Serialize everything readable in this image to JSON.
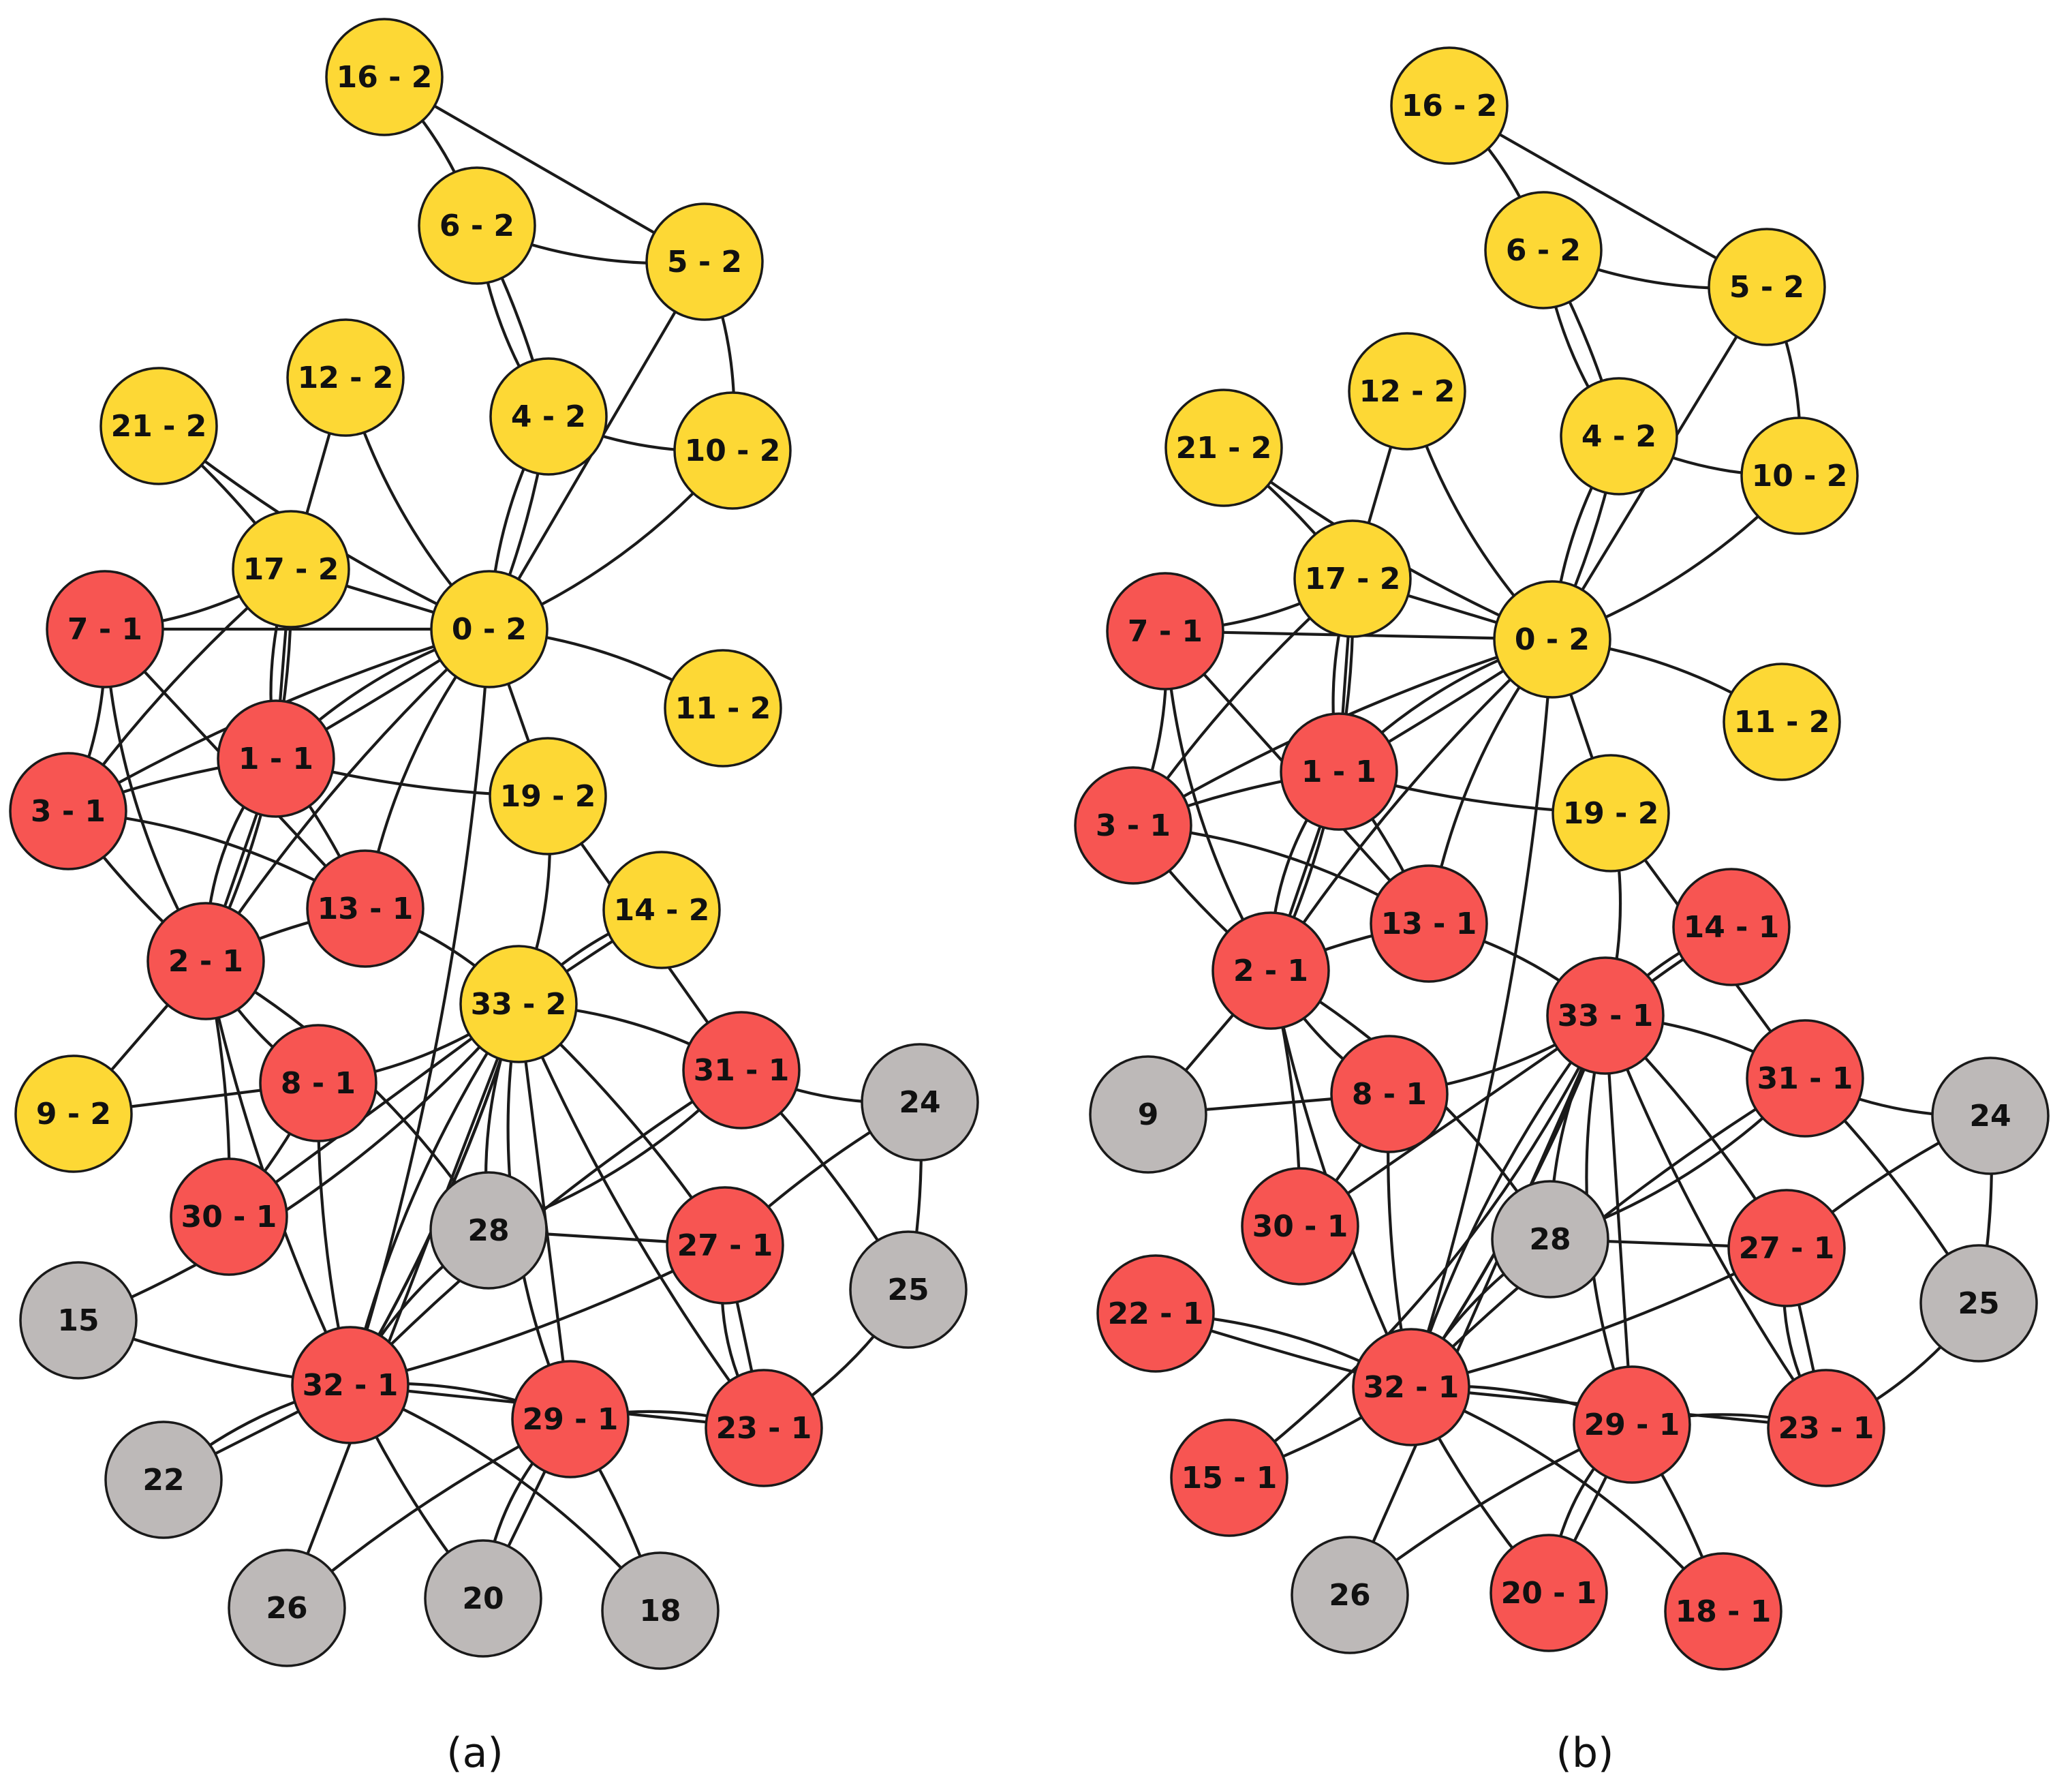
{
  "colors": {
    "yellow": "#fdd835",
    "red": "#f75552",
    "gray": "#bdb9b8"
  },
  "panels": [
    {
      "caption": "(a)",
      "nodes": [
        {
          "id": "16",
          "label": "16 - 2",
          "group": "yellow"
        },
        {
          "id": "6",
          "label": "6 - 2",
          "group": "yellow"
        },
        {
          "id": "5",
          "label": "5 - 2",
          "group": "yellow"
        },
        {
          "id": "12",
          "label": "12 - 2",
          "group": "yellow"
        },
        {
          "id": "4",
          "label": "4 - 2",
          "group": "yellow"
        },
        {
          "id": "10",
          "label": "10 - 2",
          "group": "yellow"
        },
        {
          "id": "21",
          "label": "21 - 2",
          "group": "yellow"
        },
        {
          "id": "17",
          "label": "17 - 2",
          "group": "yellow"
        },
        {
          "id": "0",
          "label": "0 - 2",
          "group": "yellow"
        },
        {
          "id": "7",
          "label": "7 - 1",
          "group": "red"
        },
        {
          "id": "11",
          "label": "11 - 2",
          "group": "yellow"
        },
        {
          "id": "1",
          "label": "1 - 1",
          "group": "red"
        },
        {
          "id": "3",
          "label": "3 - 1",
          "group": "red"
        },
        {
          "id": "19",
          "label": "19 - 2",
          "group": "yellow"
        },
        {
          "id": "14",
          "label": "14 - 2",
          "group": "yellow"
        },
        {
          "id": "13",
          "label": "13 - 1",
          "group": "red"
        },
        {
          "id": "2",
          "label": "2 - 1",
          "group": "red"
        },
        {
          "id": "33",
          "label": "33 - 2",
          "group": "yellow"
        },
        {
          "id": "31",
          "label": "31 - 1",
          "group": "red"
        },
        {
          "id": "24",
          "label": "24",
          "group": "gray"
        },
        {
          "id": "8",
          "label": "8 - 1",
          "group": "red"
        },
        {
          "id": "9",
          "label": "9 - 2",
          "group": "yellow"
        },
        {
          "id": "30",
          "label": "30 - 1",
          "group": "red"
        },
        {
          "id": "28",
          "label": "28",
          "group": "gray"
        },
        {
          "id": "27",
          "label": "27 - 1",
          "group": "red"
        },
        {
          "id": "25",
          "label": "25",
          "group": "gray"
        },
        {
          "id": "15",
          "label": "15",
          "group": "gray"
        },
        {
          "id": "32",
          "label": "32 - 1",
          "group": "red"
        },
        {
          "id": "29",
          "label": "29 - 1",
          "group": "red"
        },
        {
          "id": "23",
          "label": "23 - 1",
          "group": "red"
        },
        {
          "id": "22",
          "label": "22",
          "group": "gray"
        },
        {
          "id": "26",
          "label": "26",
          "group": "gray"
        },
        {
          "id": "20",
          "label": "20",
          "group": "gray"
        },
        {
          "id": "18",
          "label": "18",
          "group": "gray"
        }
      ]
    },
    {
      "caption": "(b)",
      "nodes": [
        {
          "id": "16",
          "label": "16 - 2",
          "group": "yellow"
        },
        {
          "id": "6",
          "label": "6 - 2",
          "group": "yellow"
        },
        {
          "id": "5",
          "label": "5 - 2",
          "group": "yellow"
        },
        {
          "id": "12",
          "label": "12 - 2",
          "group": "yellow"
        },
        {
          "id": "4",
          "label": "4 - 2",
          "group": "yellow"
        },
        {
          "id": "10",
          "label": "10 - 2",
          "group": "yellow"
        },
        {
          "id": "21",
          "label": "21 - 2",
          "group": "yellow"
        },
        {
          "id": "17",
          "label": "17 - 2",
          "group": "yellow"
        },
        {
          "id": "0",
          "label": "0 - 2",
          "group": "yellow"
        },
        {
          "id": "7",
          "label": "7 - 1",
          "group": "red"
        },
        {
          "id": "11",
          "label": "11 - 2",
          "group": "yellow"
        },
        {
          "id": "1",
          "label": "1 - 1",
          "group": "red"
        },
        {
          "id": "3",
          "label": "3 - 1",
          "group": "red"
        },
        {
          "id": "19",
          "label": "19 - 2",
          "group": "yellow"
        },
        {
          "id": "14",
          "label": "14 - 1",
          "group": "red"
        },
        {
          "id": "13",
          "label": "13 - 1",
          "group": "red"
        },
        {
          "id": "2",
          "label": "2 - 1",
          "group": "red"
        },
        {
          "id": "33",
          "label": "33 - 1",
          "group": "red"
        },
        {
          "id": "31",
          "label": "31 - 1",
          "group": "red"
        },
        {
          "id": "24",
          "label": "24",
          "group": "gray"
        },
        {
          "id": "8",
          "label": "8 - 1",
          "group": "red"
        },
        {
          "id": "9",
          "label": "9",
          "group": "gray"
        },
        {
          "id": "30",
          "label": "30 - 1",
          "group": "red"
        },
        {
          "id": "28",
          "label": "28",
          "group": "gray"
        },
        {
          "id": "27",
          "label": "27 - 1",
          "group": "red"
        },
        {
          "id": "25",
          "label": "25",
          "group": "gray"
        },
        {
          "id": "22",
          "label": "22 - 1",
          "group": "red"
        },
        {
          "id": "32",
          "label": "32 - 1",
          "group": "red"
        },
        {
          "id": "29",
          "label": "29 - 1",
          "group": "red"
        },
        {
          "id": "23",
          "label": "23 - 1",
          "group": "red"
        },
        {
          "id": "15",
          "label": "15 - 1",
          "group": "red"
        },
        {
          "id": "26",
          "label": "26",
          "group": "gray"
        },
        {
          "id": "20",
          "label": "20 - 1",
          "group": "red"
        },
        {
          "id": "18",
          "label": "18 - 1",
          "group": "red"
        }
      ]
    }
  ],
  "edges": [
    [
      "16",
      "6"
    ],
    [
      "16",
      "5"
    ],
    [
      "6",
      "5"
    ],
    [
      "6",
      "4"
    ],
    [
      "6",
      "4"
    ],
    [
      "5",
      "10"
    ],
    [
      "5",
      "0"
    ],
    [
      "4",
      "10"
    ],
    [
      "4",
      "0"
    ],
    [
      "4",
      "0"
    ],
    [
      "10",
      "0"
    ],
    [
      "12",
      "17"
    ],
    [
      "12",
      "0"
    ],
    [
      "21",
      "17"
    ],
    [
      "21",
      "0"
    ],
    [
      "17",
      "7"
    ],
    [
      "17",
      "0"
    ],
    [
      "17",
      "1"
    ],
    [
      "17",
      "1"
    ],
    [
      "17",
      "3"
    ],
    [
      "17",
      "2"
    ],
    [
      "0",
      "7"
    ],
    [
      "0",
      "1"
    ],
    [
      "0",
      "1"
    ],
    [
      "0",
      "3"
    ],
    [
      "0",
      "11"
    ],
    [
      "0",
      "19"
    ],
    [
      "0",
      "13"
    ],
    [
      "0",
      "32"
    ],
    [
      "0",
      "2"
    ],
    [
      "7",
      "3"
    ],
    [
      "7",
      "13"
    ],
    [
      "7",
      "2"
    ],
    [
      "3",
      "1"
    ],
    [
      "3",
      "2"
    ],
    [
      "3",
      "13"
    ],
    [
      "1",
      "2"
    ],
    [
      "1",
      "2"
    ],
    [
      "1",
      "13"
    ],
    [
      "1",
      "19"
    ],
    [
      "19",
      "33"
    ],
    [
      "19",
      "31"
    ],
    [
      "14",
      "33"
    ],
    [
      "14",
      "33"
    ],
    [
      "13",
      "2"
    ],
    [
      "13",
      "33"
    ],
    [
      "2",
      "9"
    ],
    [
      "2",
      "8"
    ],
    [
      "2",
      "30"
    ],
    [
      "2",
      "32"
    ],
    [
      "2",
      "28"
    ],
    [
      "9",
      "8"
    ],
    [
      "8",
      "33"
    ],
    [
      "8",
      "30"
    ],
    [
      "8",
      "32"
    ],
    [
      "33",
      "31"
    ],
    [
      "33",
      "30"
    ],
    [
      "33",
      "28"
    ],
    [
      "33",
      "32"
    ],
    [
      "33",
      "32"
    ],
    [
      "33",
      "32"
    ],
    [
      "33",
      "29"
    ],
    [
      "33",
      "29"
    ],
    [
      "33",
      "27"
    ],
    [
      "33",
      "23"
    ],
    [
      "33",
      "15"
    ],
    [
      "33",
      "26"
    ],
    [
      "31",
      "24"
    ],
    [
      "31",
      "25"
    ],
    [
      "31",
      "32"
    ],
    [
      "31",
      "28"
    ],
    [
      "28",
      "27"
    ],
    [
      "28",
      "32"
    ],
    [
      "24",
      "25"
    ],
    [
      "24",
      "27"
    ],
    [
      "25",
      "23"
    ],
    [
      "27",
      "23"
    ],
    [
      "27",
      "23"
    ],
    [
      "27",
      "32"
    ],
    [
      "15",
      "32"
    ],
    [
      "32",
      "29"
    ],
    [
      "32",
      "23"
    ],
    [
      "32",
      "22"
    ],
    [
      "32",
      "22"
    ],
    [
      "32",
      "20"
    ],
    [
      "29",
      "23"
    ],
    [
      "29",
      "20"
    ],
    [
      "29",
      "20"
    ],
    [
      "29",
      "18"
    ],
    [
      "29",
      "26"
    ],
    [
      "32",
      "18"
    ]
  ]
}
